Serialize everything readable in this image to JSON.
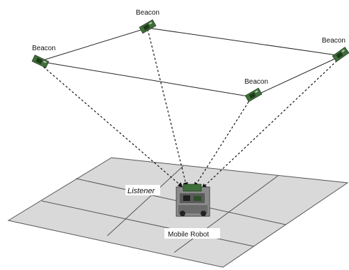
{
  "diagram": {
    "beacon_label": "Beacon",
    "beacons": [
      {
        "id": "top",
        "label": "Beacon"
      },
      {
        "id": "left",
        "label": "Beacon"
      },
      {
        "id": "right",
        "label": "Beacon"
      },
      {
        "id": "middle",
        "label": "Beacon"
      }
    ],
    "listener_label": "Listener",
    "robot_label": "Mobile Robot",
    "colors": {
      "floor_fill": "#d9d9d9",
      "floor_lines": "#555555",
      "beacon_board": "#3f6f3a",
      "beacon_chip": "#1e3a1a",
      "connection": "#222222",
      "signal": "#111111"
    }
  }
}
